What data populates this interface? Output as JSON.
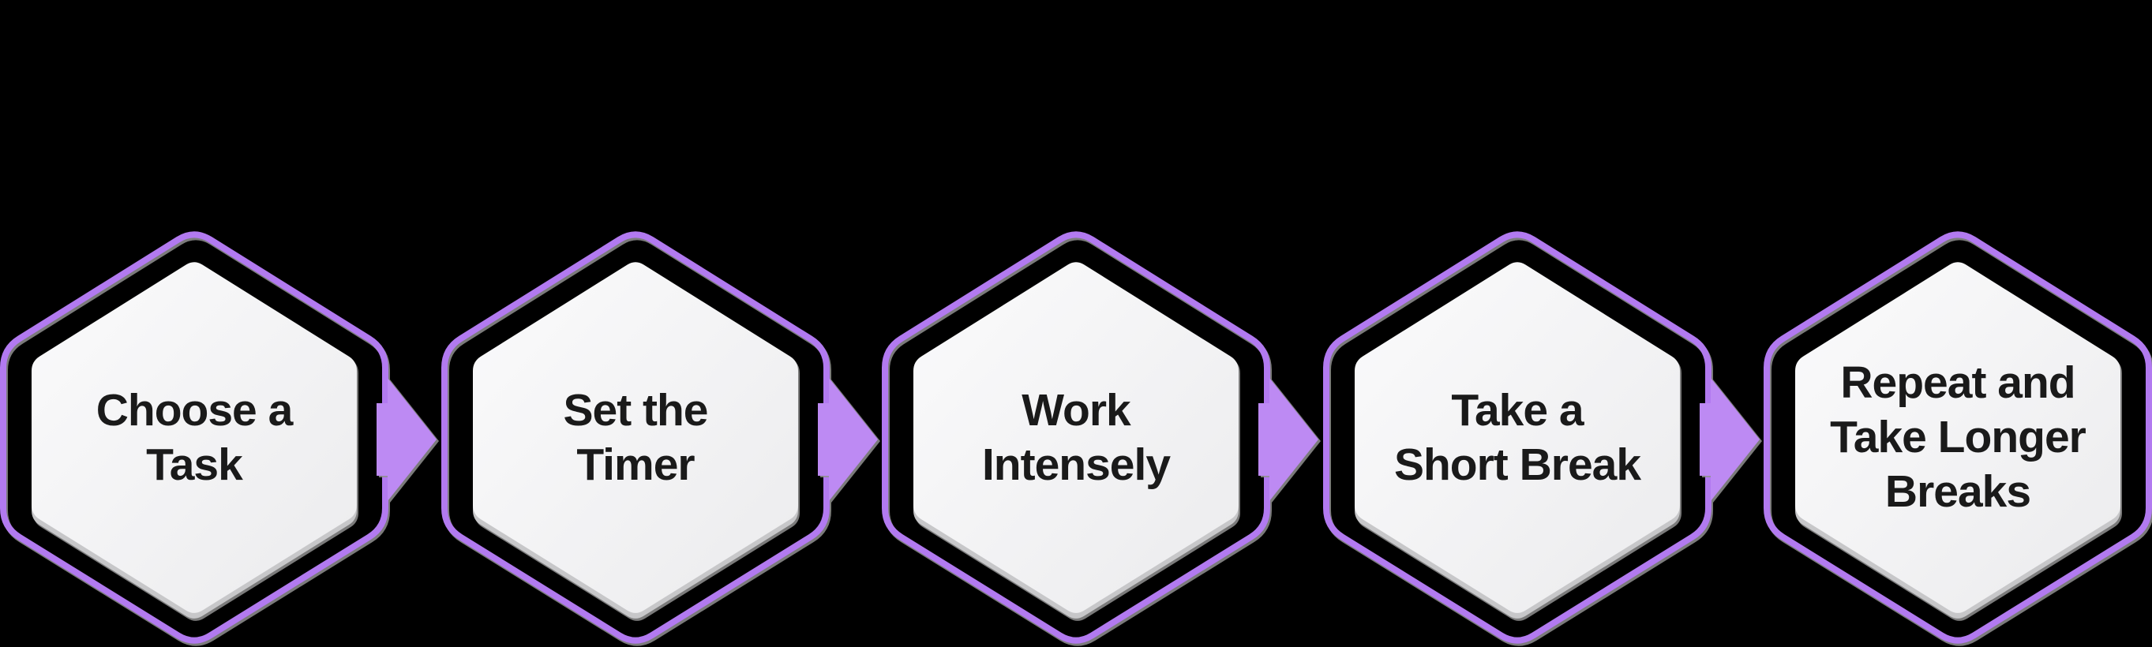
{
  "diagram": {
    "title": "",
    "type": "process-flow",
    "direction": "left-to-right",
    "connector": "right-arrow",
    "background": "#000000",
    "colors": {
      "outline": "#b27af0",
      "arrow_fill": "#bd8af3",
      "node_fill_light": "#fbfbfc",
      "node_fill_dark": "#ebebed",
      "node_shadow": "#c7c7c9",
      "text": "#1a1a1a"
    },
    "steps": [
      {
        "label": "Choose a Task",
        "lines": [
          "Choose a",
          "Task"
        ]
      },
      {
        "label": "Set the Timer",
        "lines": [
          "Set the",
          "Timer"
        ]
      },
      {
        "label": "Work Intensely",
        "lines": [
          "Work",
          "Intensely"
        ]
      },
      {
        "label": "Take a Short Break",
        "lines": [
          "Take a",
          "Short Break"
        ]
      },
      {
        "label": "Repeat and Take Longer Breaks",
        "lines": [
          "Repeat and",
          "Take Longer",
          "Breaks"
        ]
      }
    ]
  }
}
